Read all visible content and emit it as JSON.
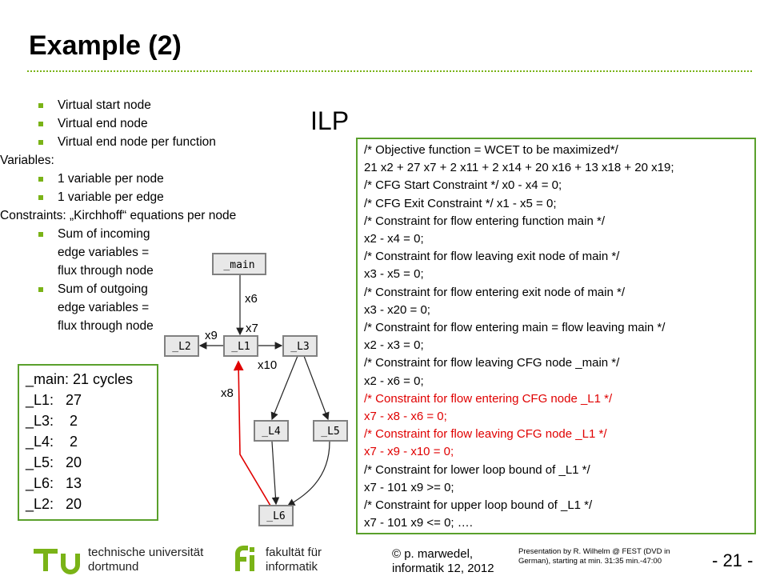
{
  "slide": {
    "title": "Example (2)",
    "ilp_label": "ILP"
  },
  "bullets": [
    {
      "kind": "bullet",
      "text": "Virtual start node"
    },
    {
      "kind": "bullet",
      "text": "Virtual end node"
    },
    {
      "kind": "bullet",
      "text": "Virtual end node per function"
    },
    {
      "kind": "plain",
      "text": "Variables:"
    },
    {
      "kind": "bullet",
      "text": "1 variable per node"
    },
    {
      "kind": "bullet",
      "text": "1 variable per edge"
    },
    {
      "kind": "plain",
      "text": "Constraints: „Kirchhoff“ equations per node"
    },
    {
      "kind": "bullet",
      "text": "Sum of incoming"
    },
    {
      "kind": "cont",
      "text": "edge variables ="
    },
    {
      "kind": "cont",
      "text": "flux through node"
    },
    {
      "kind": "bullet",
      "text": "Sum of outgoing"
    },
    {
      "kind": "cont",
      "text": "edge variables ="
    },
    {
      "kind": "cont",
      "text": "flux through node"
    }
  ],
  "cycles": [
    "_main: 21 cycles",
    "_L1:   27",
    "_L3:    2",
    "_L4:    2",
    "_L5:   20",
    "_L6:   13",
    "_L2:   20"
  ],
  "cfg": {
    "nodes": {
      "main": "_main",
      "l1": "_L1",
      "l2": "_L2",
      "l3": "_L3",
      "l4": "_L4",
      "l5": "_L5",
      "l6": "_L6"
    },
    "edge_labels": {
      "x6": "x6",
      "x7": "x7",
      "x8": "x8",
      "x9": "x9",
      "x10": "x10"
    },
    "highlight_color": "#e00000",
    "box_border": "#808080",
    "box_fill": "#e8e8e8"
  },
  "code_lines": [
    {
      "text": "/* Objective function = WCET to be maximized*/",
      "red": false
    },
    {
      "text": "21 x2 + 27 x7 + 2 x11 + 2 x14 + 20 x16 + 13 x18 + 20 x19;",
      "red": false
    },
    {
      "text": "/* CFG Start Constraint */ x0 - x4 = 0;",
      "red": false
    },
    {
      "text": "/* CFG Exit Constraint */  x1 - x5 = 0;",
      "red": false
    },
    {
      "text": "/* Constraint for flow entering function main */",
      "red": false
    },
    {
      "text": "x2 - x4 = 0;",
      "red": false
    },
    {
      "text": "/* Constraint for flow leaving exit node of main */",
      "red": false
    },
    {
      "text": "x3 - x5 = 0;",
      "red": false
    },
    {
      "text": "/* Constraint for flow entering exit node of main */",
      "red": false
    },
    {
      "text": "x3 - x20 = 0;",
      "red": false
    },
    {
      "text": "/* Constraint for flow entering main = flow leaving main */",
      "red": false
    },
    {
      "text": "x2 - x3 = 0;",
      "red": false
    },
    {
      "text": "/* Constraint for flow leaving CFG node _main */",
      "red": false
    },
    {
      "text": "x2 - x6 = 0;",
      "red": false
    },
    {
      "text": "/* Constraint for flow entering CFG node _L1 */",
      "red": true
    },
    {
      "text": "x7 - x8 - x6 = 0;",
      "red": true
    },
    {
      "text": "/* Constraint for flow leaving CFG node _L1 */",
      "red": true
    },
    {
      "text": "x7 - x9 - x10 = 0;",
      "red": true
    },
    {
      "text": "/* Constraint for lower loop bound of _L1 */",
      "red": false
    },
    {
      "text": "x7 - 101 x9 >= 0;",
      "red": false
    },
    {
      "text": "/* Constraint for upper loop bound of _L1 */",
      "red": false
    },
    {
      "text": "x7 - 101 x9 <= 0; ….",
      "red": false
    }
  ],
  "footer": {
    "tu_line1": "technische universität",
    "tu_line2": "dortmund",
    "fi_line1": "fakultät für",
    "fi_line2": "informatik",
    "author_line1": "© p. marwedel,",
    "author_line2": "informatik 12,  2012",
    "note": "Presentation by R. Wilhelm @ FEST (DVD in German), starting at min. 31:35 min.-47:00",
    "page": "- 21 -",
    "accent": "#7ab317"
  }
}
